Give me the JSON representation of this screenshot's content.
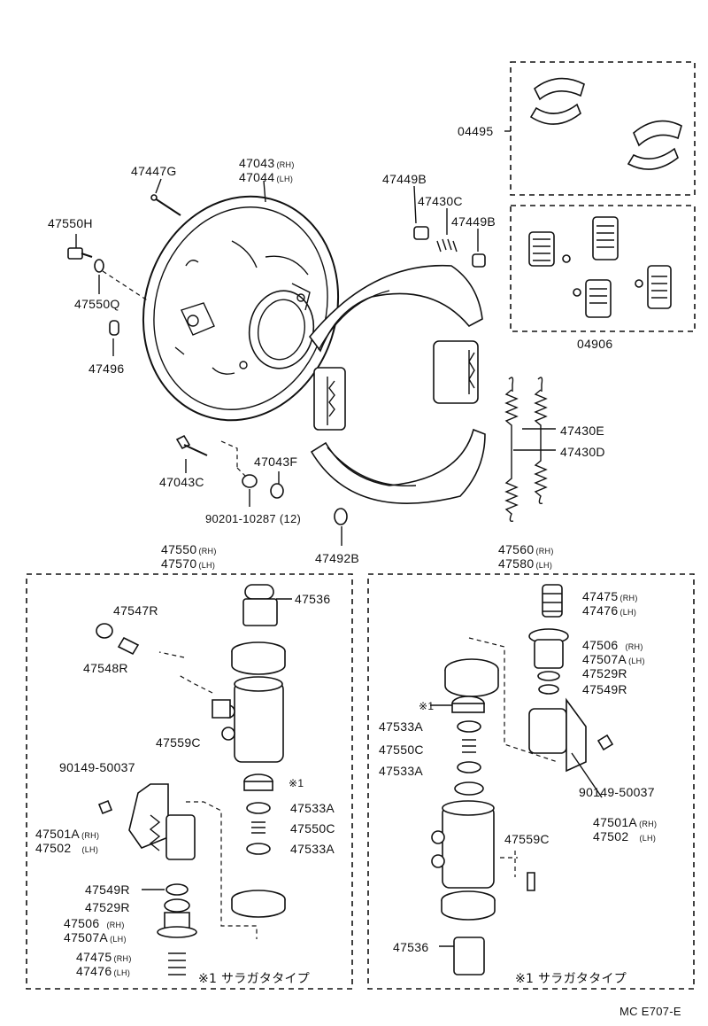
{
  "labels": {
    "p04495": "04495",
    "p04906": "04906",
    "p47447G": "47447G",
    "p47043": "47043",
    "p47043_sfx": "(RH)",
    "p47044": "47044",
    "p47044_sfx": "(LH)",
    "p47550H": "47550H",
    "p47550Q": "47550Q",
    "p47496": "47496",
    "p47449B_a": "47449B",
    "p47430C": "47430C",
    "p47449B_b": "47449B",
    "p47430E": "47430E",
    "p47430D": "47430D",
    "p47043C": "47043C",
    "p47043F": "47043F",
    "p90201": "90201-10287 (12)",
    "p47492B": "47492B",
    "p47550": "47550",
    "p47550_sfx": "(RH)",
    "p47570": "47570",
    "p47570_sfx": "(LH)",
    "p47560": "47560",
    "p47560_sfx": "(RH)",
    "p47580": "47580",
    "p47580_sfx": "(LH)",
    "L_47536": "47536",
    "L_47547R": "47547R",
    "L_47548R": "47548R",
    "L_47559C": "47559C",
    "L_90149": "90149-50037",
    "L_star1": "※1",
    "L_47533A_a": "47533A",
    "L_47550C": "47550C",
    "L_47533A_b": "47533A",
    "L_47501A": "47501A",
    "L_47501A_sfx": "(RH)",
    "L_47502": "47502",
    "L_47502_sfx": "(LH)",
    "L_47549R": "47549R",
    "L_47529R": "47529R",
    "L_47506": "47506",
    "L_47506_sfx": "(RH)",
    "L_47507A": "47507A",
    "L_47507A_sfx": "(LH)",
    "L_47475": "47475",
    "L_47475_sfx": "(RH)",
    "L_47476": "47476",
    "L_47476_sfx": "(LH)",
    "L_caption": "※1 サラガタタイプ",
    "R_47475": "47475",
    "R_47475_sfx": "(RH)",
    "R_47476": "47476",
    "R_47476_sfx": "(LH)",
    "R_47506": "47506",
    "R_47506_sfx": "(RH)",
    "R_47507A": "47507A",
    "R_47507A_sfx": "(LH)",
    "R_47529R": "47529R",
    "R_47549R": "47549R",
    "R_star1": "※1",
    "R_47533A_a": "47533A",
    "R_47550C": "47550C",
    "R_47533A_b": "47533A",
    "R_90149": "90149-50037",
    "R_47501A": "47501A",
    "R_47501A_sfx": "(RH)",
    "R_47502": "47502",
    "R_47502_sfx": "(LH)",
    "R_47559C": "47559C",
    "R_47536": "47536",
    "R_caption": "※1 サラガタタイプ",
    "footer_code": "MC E707-E"
  }
}
